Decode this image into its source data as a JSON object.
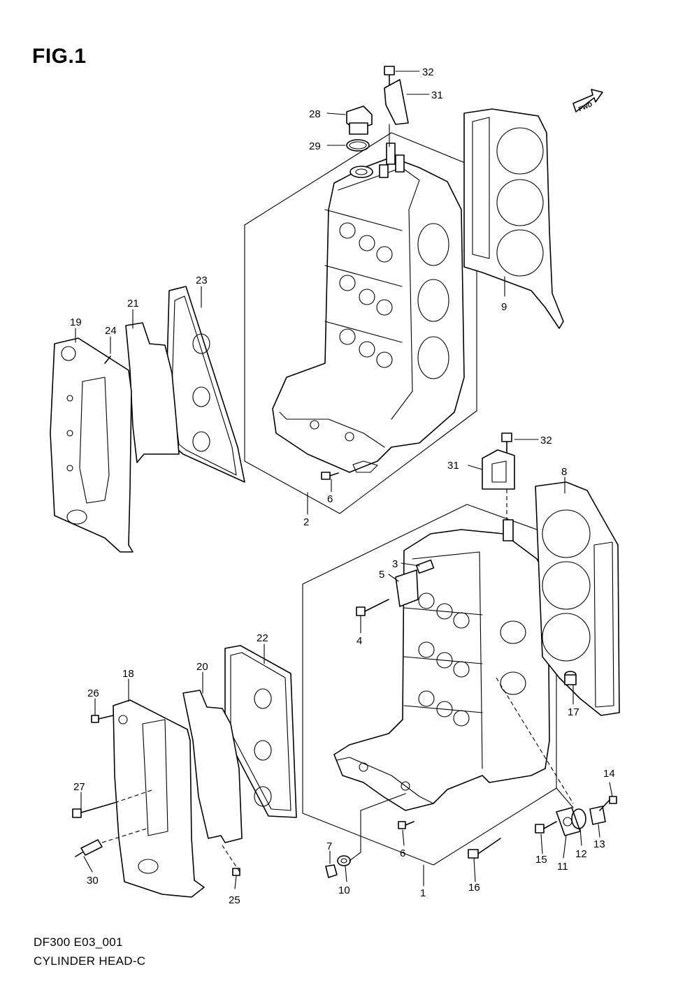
{
  "figure": {
    "title": "FIG.1",
    "fwd_label": "FWD",
    "diagram_code": "DF300 E03_001",
    "diagram_name": "CYLINDER HEAD-C"
  },
  "callouts": {
    "c1": "1",
    "c2": "2",
    "c3": "3",
    "c4": "4",
    "c5": "5",
    "c6a": "6",
    "c6b": "6",
    "c7": "7",
    "c8": "8",
    "c9": "9",
    "c10": "10",
    "c11": "11",
    "c12": "12",
    "c13": "13",
    "c14": "14",
    "c15": "15",
    "c16": "16",
    "c17": "17",
    "c18": "18",
    "c19": "19",
    "c20": "20",
    "c21": "21",
    "c22": "22",
    "c23": "23",
    "c24": "24",
    "c25": "25",
    "c26": "26",
    "c27": "27",
    "c28": "28",
    "c29": "29",
    "c30": "30",
    "c31a": "31",
    "c31b": "31",
    "c32a": "32",
    "c32b": "32"
  }
}
